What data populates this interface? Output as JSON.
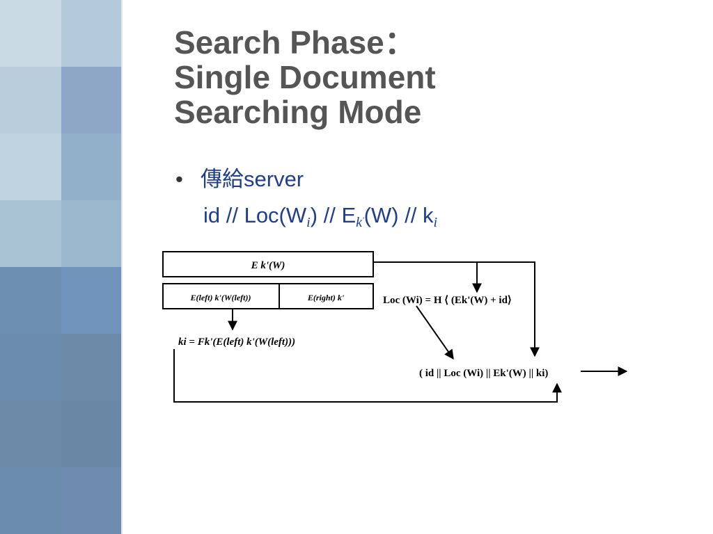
{
  "slide": {
    "title_lines": [
      "Search Phase：",
      "Single Document",
      "Searching Mode"
    ],
    "bullet": {
      "marker": "•",
      "text": "傳給server"
    },
    "formula": {
      "p1": "id // Loc(W",
      "sub_i1": "i",
      "p2": ") // E",
      "sub_k": "k",
      "prime": "'",
      "p3": "(W) // k",
      "sub_i2": "i"
    },
    "colors": {
      "title": "#555555",
      "body_text": "#1f3e8c",
      "band_light": "#b7cbd9",
      "band_mid": "#8fa9c4",
      "band_dark": "#5f7f9c"
    }
  },
  "diagram": {
    "box_top": "E k'(W)",
    "box_left": "E(left) k'(W(left))",
    "box_right": "E(right) k'",
    "loc_formula": "Loc (Wi) = H ⟨ (Ek'(W) + id⟩",
    "ki_formula": "ki = Fk'(E(left) k'(W(left)))",
    "output": "( id || Loc (Wi) || Ek'(W) || ki)"
  }
}
